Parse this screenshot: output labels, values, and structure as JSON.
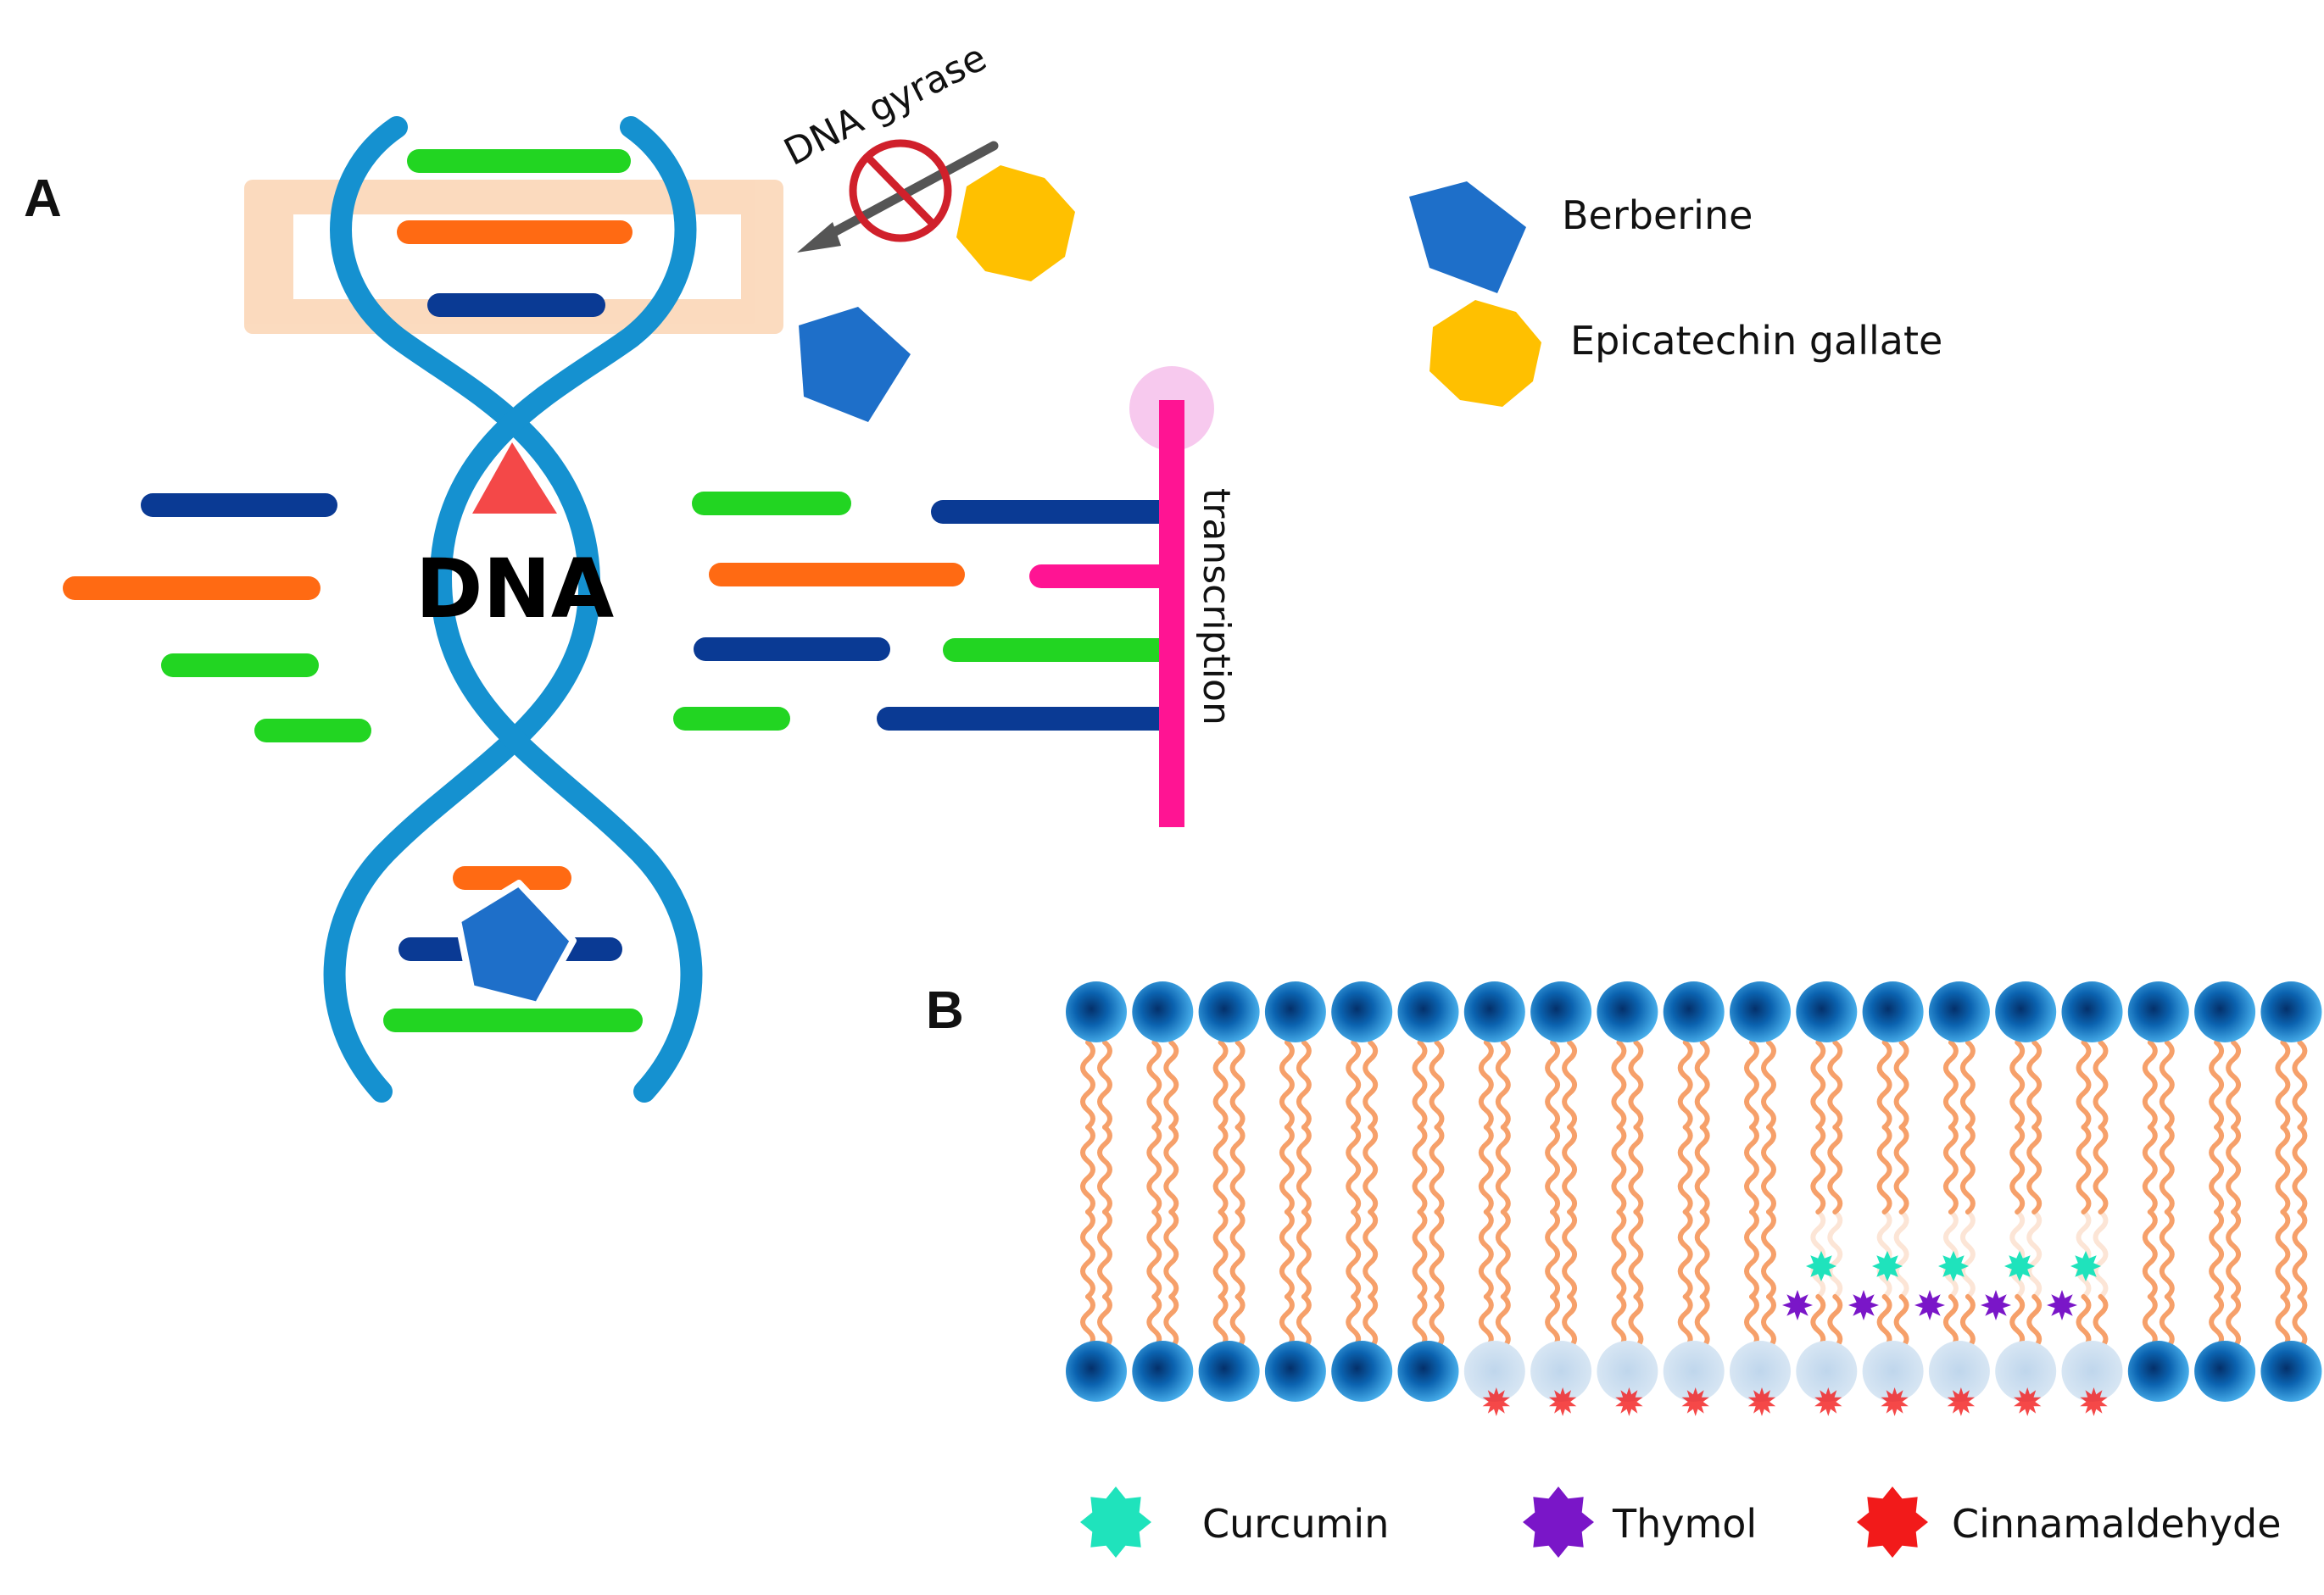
{
  "panel_a": {
    "letter": "A",
    "center_label": "DNA",
    "enzyme_label": "DNA gyrase",
    "process_label": "transcription"
  },
  "panel_b": {
    "letter": "B"
  },
  "legend_a": [
    {
      "label": "Berberine",
      "icon": "pentagon-icon",
      "color": "#1E6FC9"
    },
    {
      "label": "Epicatechin gallate",
      "icon": "octagon-icon",
      "color": "#FFC000"
    }
  ],
  "legend_b": [
    {
      "label": "Curcumin",
      "icon": "star-icon",
      "color": "#1FE3BC"
    },
    {
      "label": "Thymol",
      "icon": "star-icon",
      "color": "#7A16C8"
    },
    {
      "label": "Cinnamaldehyde",
      "icon": "star-icon",
      "color": "#F21A1A"
    }
  ],
  "colors": {
    "helix": "#1591D0",
    "green_bar": "#22D522",
    "orange_bar": "#FF6A13",
    "navy_bar": "#0A3A94",
    "magenta": "#FF1493",
    "lipid_head": "#0F72B8",
    "lipid_tail": "#F6A06A",
    "gyrase_box": "#F9C79C",
    "triangle": "#F44848"
  }
}
